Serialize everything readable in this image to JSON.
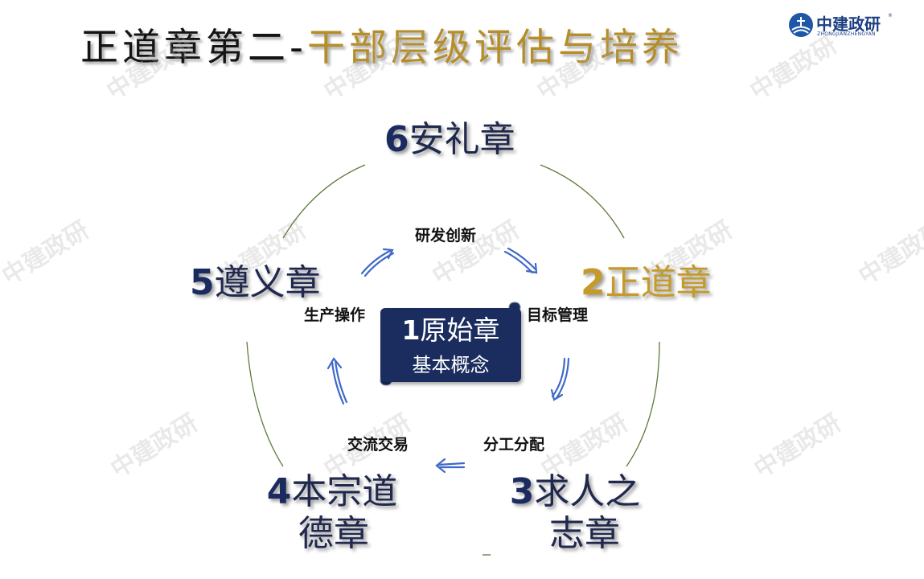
{
  "title": {
    "prefix": "正道章第二-",
    "suffix": "干部层级评估与培养"
  },
  "logo": {
    "name": "中建政研",
    "pinyin": "ZHONGJIANZHENGYAN",
    "registered": "®"
  },
  "watermark": "中建政研",
  "chapters": {
    "six": {
      "number": "6",
      "name": "安礼章"
    },
    "two": {
      "number": "2",
      "name": "正道章"
    },
    "five": {
      "number": "5",
      "name": "遵义章"
    },
    "three": {
      "number": "3",
      "name": "求人之",
      "name_line2": "志章"
    },
    "four": {
      "number": "4",
      "name": "本宗道",
      "name_line2": "德章"
    }
  },
  "center": {
    "number": "1",
    "name": "原始章",
    "subtitle": "基本概念"
  },
  "steps": {
    "top": "研发创新",
    "right": "目标管理",
    "left": "生产操作",
    "bottom_right": "分工分配",
    "bottom_left": "交流交易"
  },
  "colors": {
    "navy": "#1a2d5e",
    "gold": "#c49a2a",
    "arc_green": "#5e7a3a",
    "arrow_blue": "#3f69c9"
  }
}
